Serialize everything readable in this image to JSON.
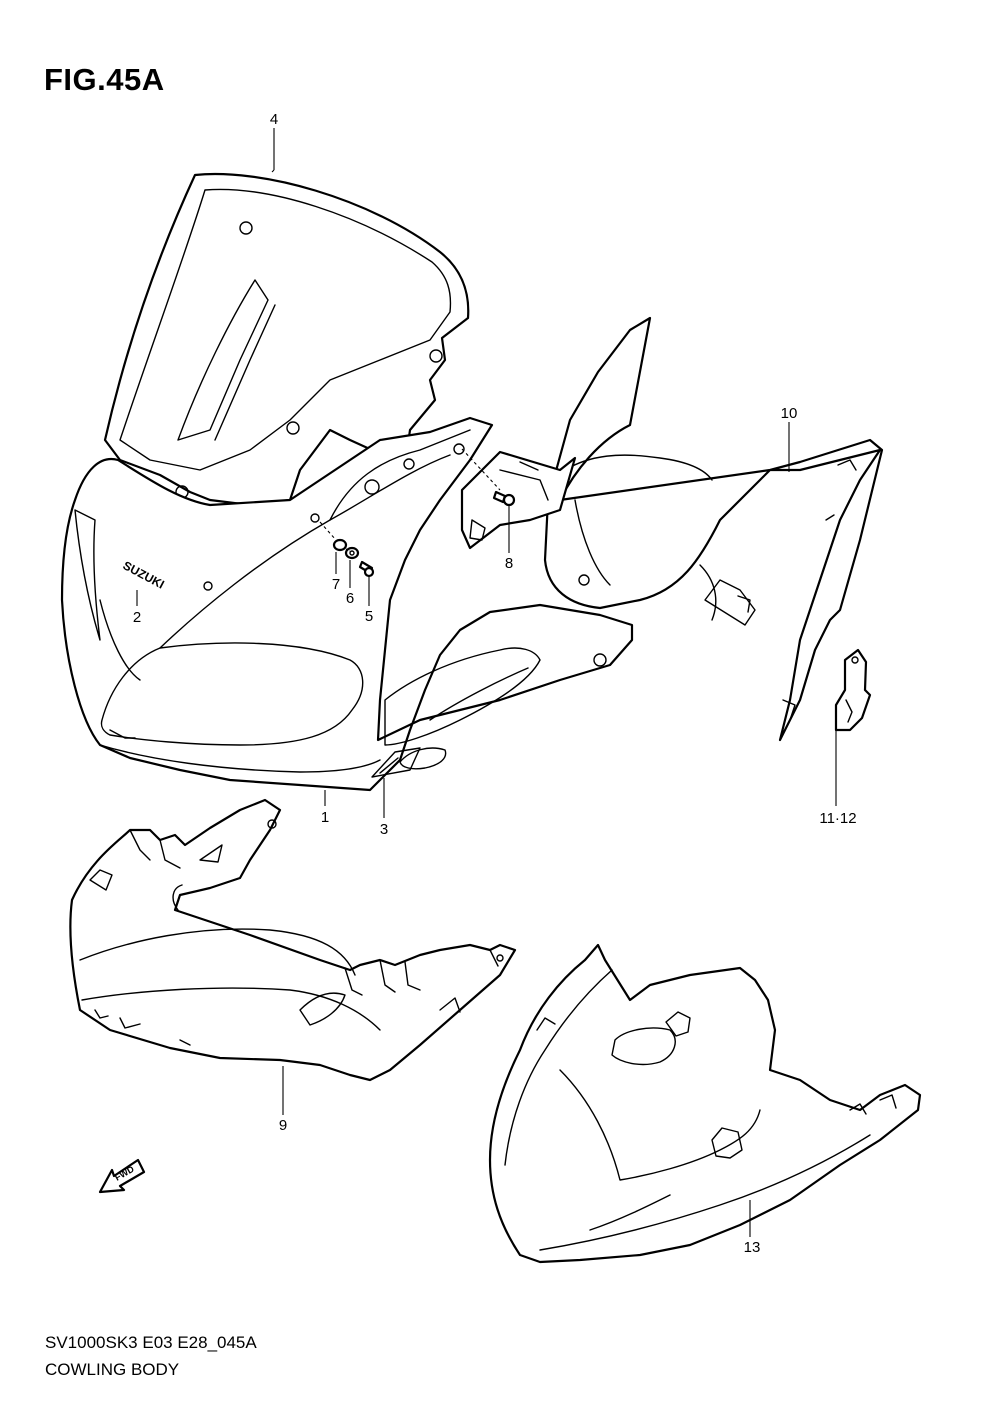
{
  "figure": {
    "title": "FIG.45A",
    "model_code": "SV1000SK3 E03 E28_045A",
    "description": "COWLING BODY"
  },
  "callouts": {
    "p1": "1",
    "p2": "2",
    "p3": "3",
    "p4": "4",
    "p5": "5",
    "p6": "6",
    "p7": "7",
    "p8": "8",
    "p9": "9",
    "p10": "10",
    "p11_12": "11·12",
    "p13": "13"
  },
  "emblem": {
    "brand": "SUZUKI",
    "direction": "FWD"
  }
}
